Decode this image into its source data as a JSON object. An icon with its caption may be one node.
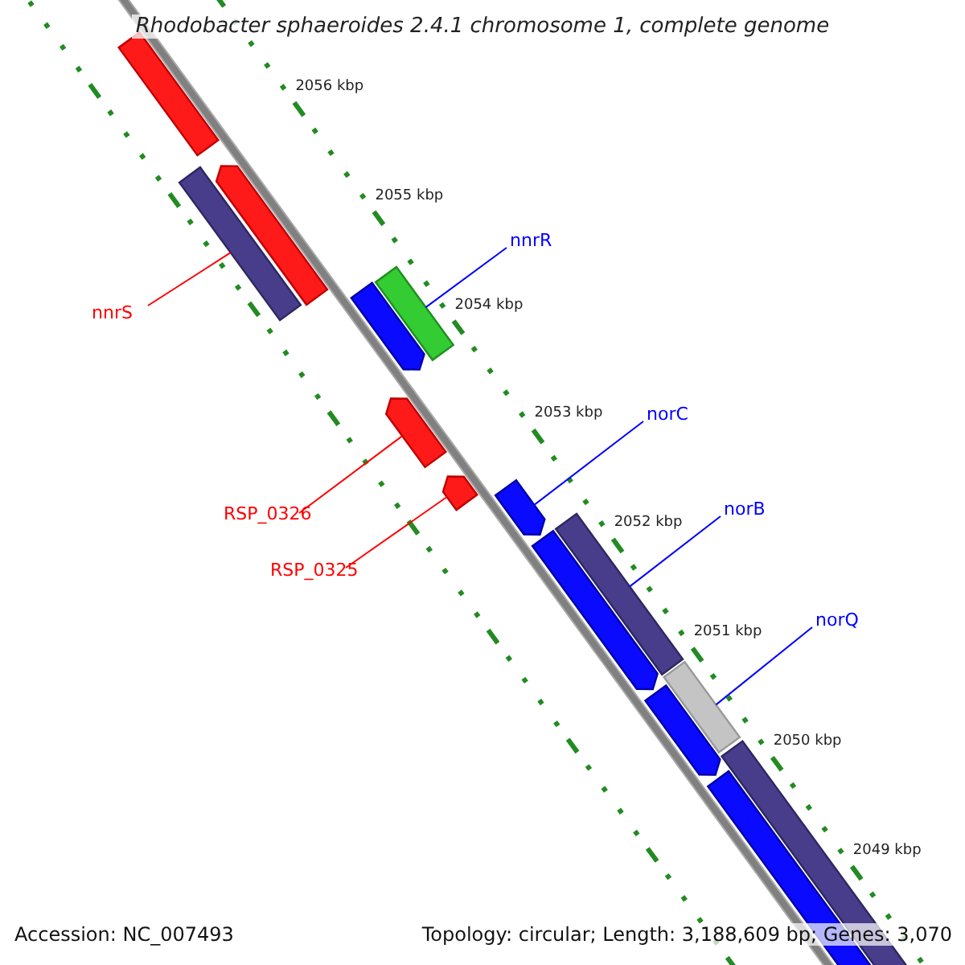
{
  "diagram": {
    "title": "Rhodobacter sphaeroides 2.4.1 chromosome 1, complete genome",
    "nodes": [
      {
        "text": [
          "nnrR"
        ]
      },
      {
        "text": [],
        "shape": "bar"
      },
      {
        "text": [
          "nnrS"
        ]
      },
      {
        "text": [],
        "shape": "bar"
      },
      {
        "text": [
          "norC"
        ]
      },
      {
        "text": [],
        "shape": "bar"
      },
      {
        "text": [
          "RSP_0326"
        ]
      },
      {
        "text": [],
        "shape": "bar"
      },
      {
        "text": [
          "norB"
        ]
      },
      {
        "text": [],
        "shape": "bar"
      },
      {
        "text": [
          "RSP_0325"
        ]
      },
      {
        "text": [],
        "shape": "bar"
      },
      {
        "text": [
          "norQ"
        ]
      },
      {
        "text": [],
        "shape": "bar"
      }
    ],
    "edges": [
      {
        "from": 0,
        "to": 1,
        "arrow": "none"
      },
      {
        "from": 2,
        "to": 3,
        "arrow": "none",
        "color": "#ff0000"
      },
      {
        "from": 4,
        "to": 5,
        "arrow": "none"
      },
      {
        "from": 6,
        "to": 7,
        "arrow": "none",
        "color": "#ff0000"
      },
      {
        "from": 8,
        "to": 9,
        "arrow": "none"
      },
      {
        "from": 10,
        "to": 11,
        "arrow": "none",
        "color": "#ff0000"
      },
      {
        "from": 12,
        "to": 13,
        "arrow": "none"
      }
    ],
    "labels": [
      "2056 kbp",
      "2055 kbp",
      "2054 kbp",
      "2053 kbp",
      "2052 kbp",
      "2051 kbp",
      "2050 kbp",
      "2049 kbp",
      "Accession: NC_007493",
      "Topology: circular; Length: 3,188,609 bp; Genes: 3,070"
    ]
  }
}
